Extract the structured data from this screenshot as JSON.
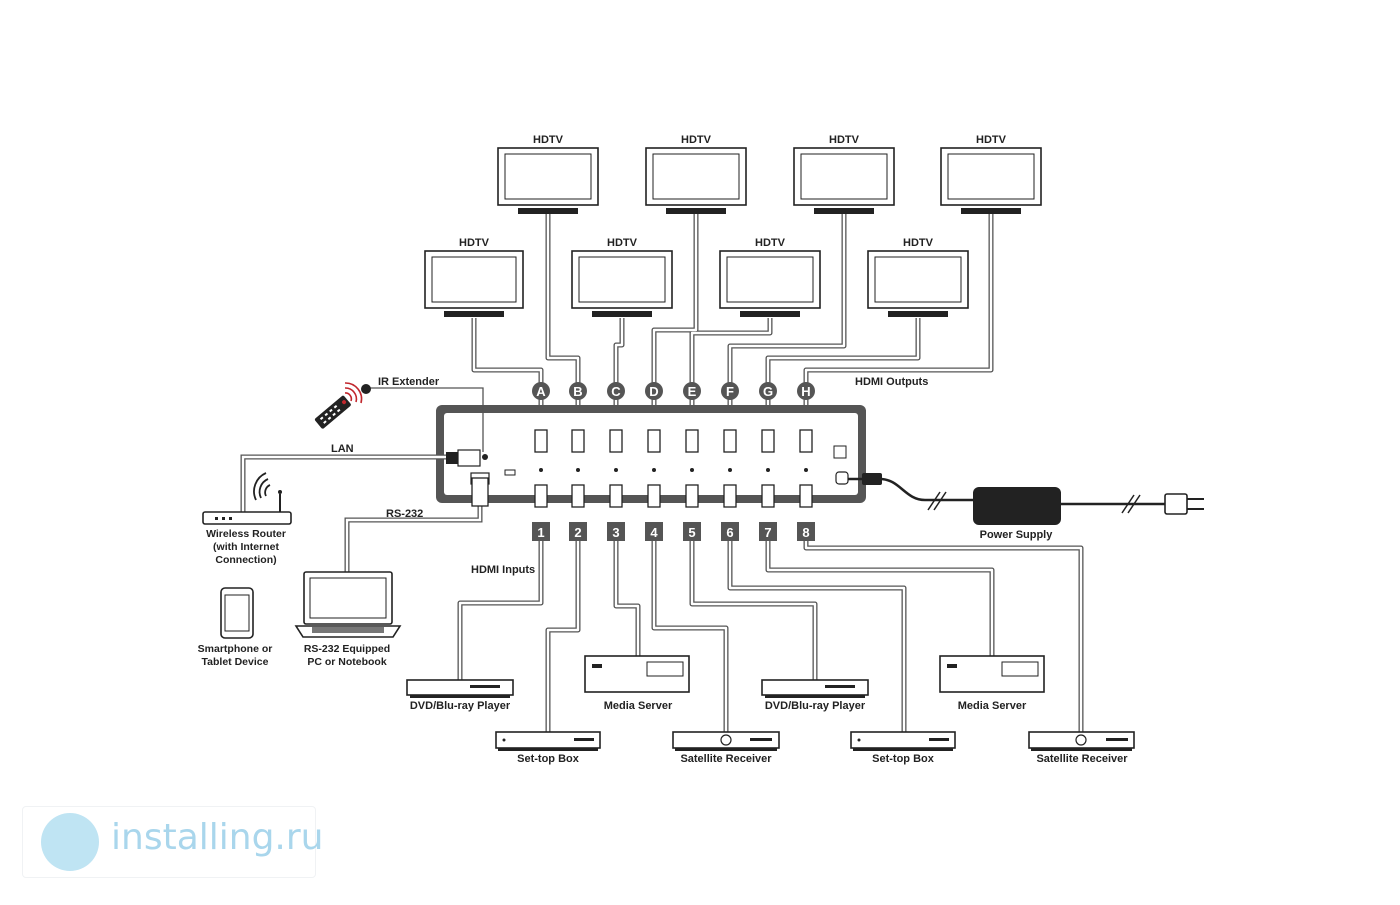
{
  "labels": {
    "hdtv": "HDTV",
    "hdmi_outputs": "HDMI Outputs",
    "hdmi_inputs": "HDMI Inputs",
    "ir_extender": "IR Extender",
    "lan": "LAN",
    "rs232": "RS-232",
    "router": [
      "Wireless Router",
      "(with Internet",
      "Connection)"
    ],
    "smartphone": [
      "Smartphone or",
      "Tablet Device"
    ],
    "pc": [
      "RS-232 Equipped",
      "PC or Notebook"
    ],
    "power_supply": "Power Supply"
  },
  "outputs": [
    "A",
    "B",
    "C",
    "D",
    "E",
    "F",
    "G",
    "H"
  ],
  "inputs": [
    "1",
    "2",
    "3",
    "4",
    "5",
    "6",
    "7",
    "8"
  ],
  "sources": [
    "DVD/Blu-ray Player",
    "Set-top Box",
    "Media Server",
    "Satellite Receiver",
    "DVD/Blu-ray Player",
    "Set-top Box",
    "Media Server",
    "Satellite Receiver"
  ],
  "watermark": "installing.ru"
}
